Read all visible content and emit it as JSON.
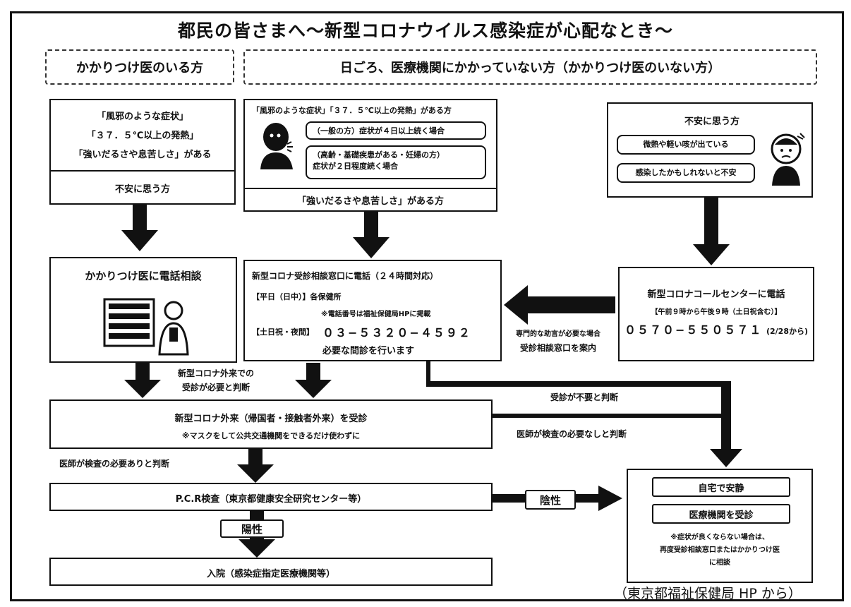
{
  "title": "都民の皆さまへ〜新型コロナウイルス感染症が心配なとき〜",
  "headers": {
    "left": "かかりつけ医のいる方",
    "right": "日ごろ、医療機関にかかっていない方（かかりつけ医のいない方）"
  },
  "left_symptoms": {
    "line1": "「風邪のような症状」",
    "line2": "「３７．５℃以上の発熱」",
    "line3": "「強いだるさや息苦しさ」がある",
    "worry": "不安に思う方"
  },
  "middle_symptoms": {
    "heading": "「風邪のような症状」「３７．５℃以上の発熱」がある方",
    "general": "（一般の方）症状が４日以上続く場合",
    "elderly_line1": "（高齢・基礎疾患がある・妊婦の方）",
    "elderly_line2": "症状が２日程度続く場合",
    "fatigue": "「強いだるさや息苦しさ」がある方"
  },
  "right_worry": {
    "heading": "不安に思う方",
    "item1": "微熱や軽い咳が出ている",
    "item2": "感染したかもしれないと不安"
  },
  "family_doctor": {
    "label": "かかりつけ医に電話相談"
  },
  "consult_center": {
    "title": "新型コロナ受診相談窓口に電話（２４時間対応）",
    "weekday": "【平日（日中）】各保健所",
    "note": "※電話番号は福祉保健局HPに掲載",
    "weekend_label": "【土日祝・夜間】",
    "weekend_number": "０３−５３２０−４５９２",
    "action": "必要な問診を行います"
  },
  "call_center": {
    "title": "新型コロナコールセンターに電話",
    "hours": "【午前９時から午後９時（土日祝含む）】",
    "number": "０５７０−５５０５７１",
    "since": "(2/28から)"
  },
  "arrow_labels": {
    "referral_line1": "専門的な助言が必要な場合",
    "referral_line2": "受診相談窓口を案内",
    "outpatient_line1": "新型コロナ外来での",
    "outpatient_line2": "受診が必要と判断",
    "no_visit": "受診が不要と判断",
    "no_test": "医師が検査の必要なしと判断",
    "test_needed": "医師が検査の必要ありと判断"
  },
  "outpatient": {
    "title": "新型コロナ外来（帰国者・接触者外来）を受診",
    "note": "※マスクをして公共交通機関をできるだけ使わずに"
  },
  "pcr": {
    "title": "P.C.R検査（東京都健康安全研究センター等）"
  },
  "negative": "陰性",
  "positive": "陽性",
  "admission": {
    "title": "入院（感染症指定医療機関等）"
  },
  "home": {
    "rest": "自宅で安静",
    "visit": "医療機関を受診",
    "note_line1": "※症状が良くならない場合は、",
    "note_line2": "再度受診相談窓口またはかかりつけ医",
    "note_line3": "に相談"
  },
  "source": "（東京都福祉保健局 HP から）"
}
